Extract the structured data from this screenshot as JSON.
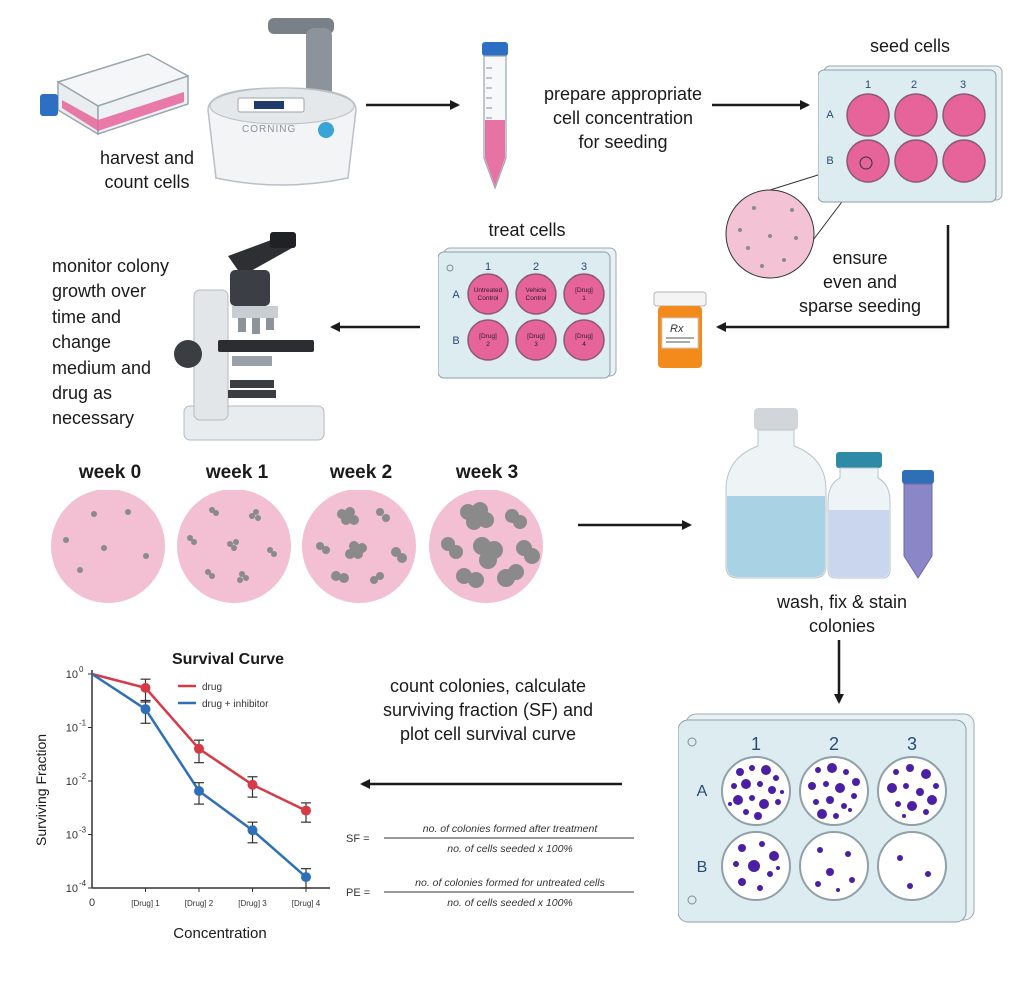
{
  "steps": {
    "harvest": {
      "line1": "harvest and",
      "line2": "count cells"
    },
    "prepare": {
      "line1": "prepare appropriate",
      "line2": "cell concentration",
      "line3": "for seeding"
    },
    "seed": {
      "title": "seed cells"
    },
    "ensure": {
      "line1": "ensure",
      "line2": "even and",
      "line3": "sparse seeding"
    },
    "treat": {
      "title": "treat cells"
    },
    "monitor": {
      "line1": "monitor colony",
      "line2": "growth over",
      "line3": "time and",
      "line4": "change",
      "line5": "medium and",
      "line6": "drug as",
      "line7": "necessary"
    },
    "wash": {
      "line1": "wash, fix & stain",
      "line2": "colonies"
    },
    "count": {
      "line1": "count colonies, calculate",
      "line2": "surviving fraction (SF) and",
      "line3": "plot cell survival curve"
    }
  },
  "counter_brand": "CORNING",
  "weeks": [
    "week 0",
    "week 1",
    "week 2",
    "week 3"
  ],
  "plate_seed": {
    "cols": [
      "1",
      "2",
      "3"
    ],
    "rows": [
      "A",
      "B"
    ]
  },
  "plate_treat": {
    "cols": [
      "1",
      "2",
      "3"
    ],
    "rows": [
      "A",
      "B"
    ],
    "wells": [
      [
        "Untreated",
        "Control"
      ],
      [
        "Vehicle",
        "Control"
      ],
      [
        "[Drug]",
        "1"
      ],
      [
        "[Drug]",
        "2"
      ],
      [
        "[Drug]",
        "3"
      ],
      [
        "[Drug]",
        "4"
      ]
    ]
  },
  "plate_stain": {
    "cols": [
      "1",
      "2",
      "3"
    ],
    "rows": [
      "A",
      "B"
    ]
  },
  "bottle_label": "Rx",
  "formulas": {
    "sf": {
      "label": "SF =",
      "numerator": "no. of colonies formed after treatment",
      "denominator": "no. of cells seeded x 100%"
    },
    "pe": {
      "label": "PE =",
      "numerator": "no. of colonies formed for untreated cells",
      "denominator": "no. of cells seeded x 100%"
    }
  },
  "colors": {
    "pink": "#e6649a",
    "plate": "#dcecf0",
    "drug": "#d63a47",
    "inhibitor": "#2f6fb8",
    "stain": "#4b1fa3"
  },
  "chart_data": {
    "type": "line",
    "title": "Survival Curve",
    "xlabel": "Concentration",
    "ylabel": "Surviving Fraction",
    "x_ticks": [
      "0",
      "[Drug] 1",
      "[Drug] 2",
      "[Drug] 3",
      "[Drug] 4"
    ],
    "y_ticks": [
      {
        "base": "10",
        "exp": "0",
        "value": 1
      },
      {
        "base": "10",
        "exp": "-1",
        "value": 0.1
      },
      {
        "base": "10",
        "exp": "-2",
        "value": 0.01
      },
      {
        "base": "10",
        "exp": "-3",
        "value": 0.001
      },
      {
        "base": "10",
        "exp": "-4",
        "value": 0.0001
      }
    ],
    "y_scale": "log",
    "ylim": [
      0.0001,
      1
    ],
    "legend_position": "top",
    "series": [
      {
        "name": "drug",
        "color": "#d63a47",
        "values": [
          1,
          0.55,
          0.04,
          0.0085,
          0.0028
        ],
        "errors": [
          0,
          0.25,
          0.018,
          0.0035,
          0.0011
        ]
      },
      {
        "name": "drug + inhibitor",
        "color": "#2f6fb8",
        "values": [
          1,
          0.22,
          0.0065,
          0.0012,
          0.00016
        ],
        "errors": [
          0,
          0.1,
          0.0028,
          0.0005,
          7e-05
        ]
      }
    ]
  }
}
